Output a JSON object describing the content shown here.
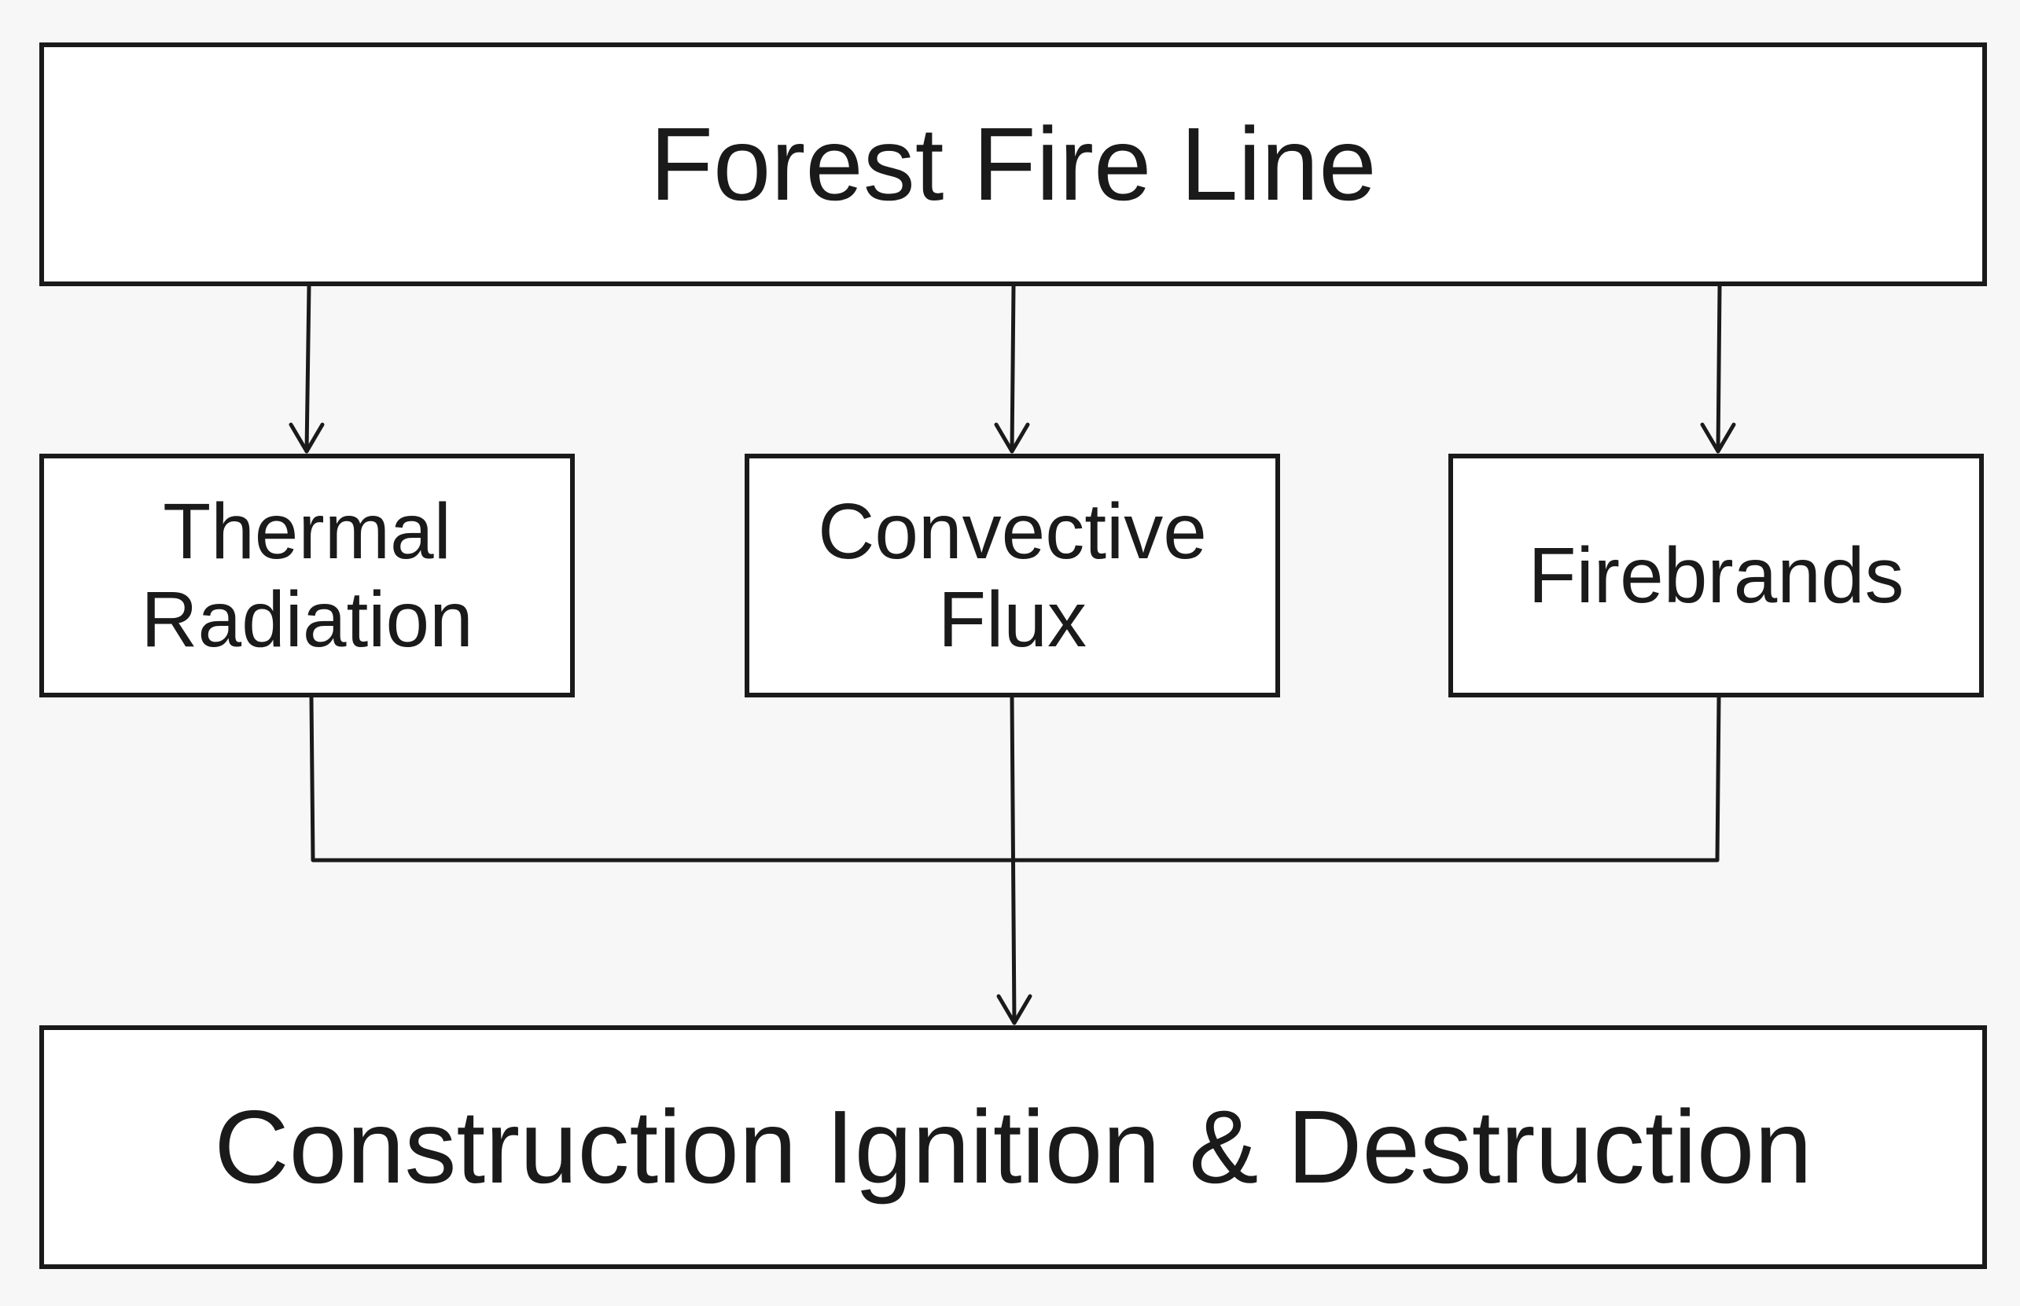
{
  "nodes": {
    "top": {
      "label": "Forest Fire Line"
    },
    "thermal": {
      "label": "Thermal\nRadiation"
    },
    "convective": {
      "label": "Convective\nFlux"
    },
    "firebrands": {
      "label": "Firebrands"
    },
    "bottom": {
      "label": "Construction Ignition & Destruction"
    }
  },
  "edges": [
    {
      "from": "top",
      "to": "thermal"
    },
    {
      "from": "top",
      "to": "convective"
    },
    {
      "from": "top",
      "to": "firebrands"
    },
    {
      "from": "thermal",
      "to": "bottom"
    },
    {
      "from": "convective",
      "to": "bottom"
    },
    {
      "from": "firebrands",
      "to": "bottom"
    }
  ],
  "colors": {
    "stroke": "#1a1a1a",
    "box_fill": "#ffffff",
    "background": "#f7f7f7"
  }
}
